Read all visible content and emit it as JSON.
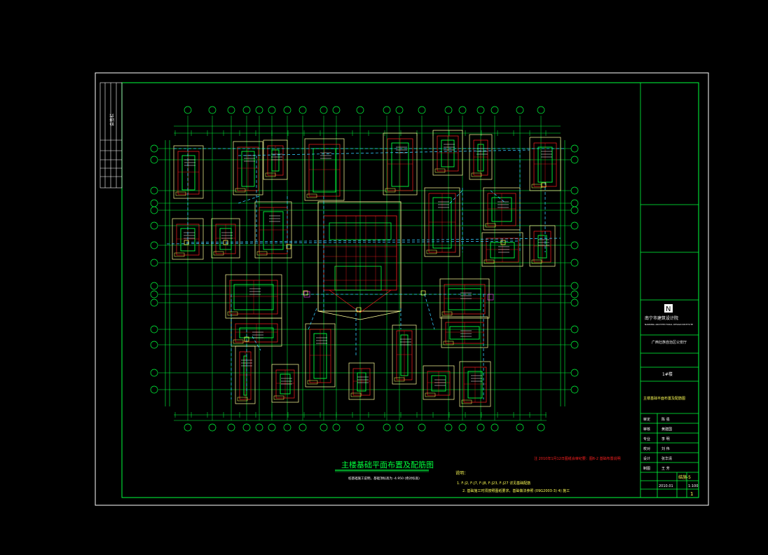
{
  "drawing": {
    "title": "主楼基础平面布置及配筋图",
    "subtitle": "桩基础施工说明，基础顶标高为 -4.950 (绝对标高)",
    "note_red": "注 2010年1月12日图纸会审纪要：图6-2 基础布置说明",
    "notes_heading": "说明：",
    "notes": [
      "1. F-J2, F-J7, F-J8, F-J23, F-J27 详见基础配筋",
      "2. 基础施工时须按照图纸要求，基础做法参照 (09G2003-3) 4) 施工"
    ]
  },
  "title_block": {
    "company": "南宁市建筑设计院",
    "company_en": "NANNING ARCHITECTURAL DESIGN INSTITUTE",
    "project": "广西壮族自治区公安厅",
    "building": "1#楼",
    "sheet_title": "主楼基础平面布置及配筋图",
    "rows": [
      {
        "label": "审定",
        "value": "陈 强"
      },
      {
        "label": "审核",
        "value": "黄建国"
      },
      {
        "label": "专业",
        "value": "李 明"
      },
      {
        "label": "校对",
        "value": "刘 伟"
      },
      {
        "label": "设计",
        "value": "张华清"
      },
      {
        "label": "制图",
        "value": "王 芳"
      }
    ],
    "drawing_no": "结施-5",
    "date": "2010.01",
    "scale": "1:100",
    "sheet_no": "1"
  },
  "revision_table_label": "会签栏",
  "colors": {
    "frame": "#ffffff",
    "border_green": "#00ff3c",
    "red": "#ff2020",
    "cyan": "#33ccff",
    "yellow": "#ffff55",
    "pale_yellow": "#ffff99",
    "magenta": "#ff44ff"
  }
}
